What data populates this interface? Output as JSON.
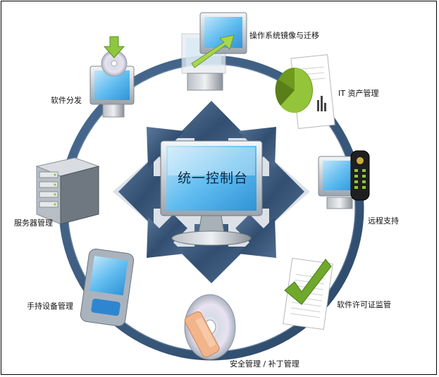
{
  "diagram": {
    "center": {
      "title": "统一控制台"
    },
    "nodes": [
      {
        "id": "os-imaging",
        "label": "操作系统镜像与迁移",
        "icon": "monitor-migrate-icon"
      },
      {
        "id": "it-asset",
        "label": "IT 资产管理",
        "icon": "pie-chart-report-icon"
      },
      {
        "id": "remote-support",
        "label": "远程支持",
        "icon": "remote-control-icon"
      },
      {
        "id": "license-mgmt",
        "label": "软件许可证监管",
        "icon": "checklist-document-icon"
      },
      {
        "id": "patch-mgmt",
        "label": "安全管理 / 补丁管理",
        "icon": "bandaged-disc-icon"
      },
      {
        "id": "handheld-mgmt",
        "label": "手持设备管理",
        "icon": "handheld-device-icon"
      },
      {
        "id": "server-mgmt",
        "label": "服务器管理",
        "icon": "server-rack-icon"
      },
      {
        "id": "software-dist",
        "label": "软件分发",
        "icon": "download-disc-monitor-icon"
      }
    ],
    "colors": {
      "ring": "#3d5d80",
      "arrows": "#3c5677",
      "screen": "#4fb0e6",
      "accent_green": "#8dc63f"
    }
  }
}
